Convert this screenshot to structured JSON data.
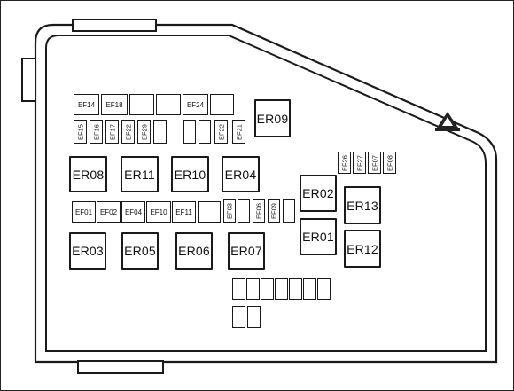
{
  "relays": {
    "er01": "ER01",
    "er02": "ER02",
    "er03": "ER03",
    "er04": "ER04",
    "er05": "ER05",
    "er06": "ER06",
    "er07": "ER07",
    "er08": "ER08",
    "er09": "ER09",
    "er10": "ER10",
    "er11": "ER11",
    "er12": "ER12",
    "er13": "ER13"
  },
  "fuses": {
    "ef14": "EF14",
    "ef18": "EF18",
    "ef24": "EF24",
    "ef15": "EF15",
    "ef16": "EF16",
    "ef17": "EF17",
    "ef22": "EF22",
    "ef29": "EF29",
    "ef22b": "EF22",
    "ef21": "EF21",
    "ef26": "EF26",
    "ef27": "EF27",
    "ef07": "EF07",
    "ef08": "EF08",
    "ef01": "EF01",
    "ef02": "EF02",
    "ef04": "EF04",
    "ef10": "EF10",
    "ef11": "EF11",
    "ef03": "EF03",
    "ef06": "EF06",
    "ef09": "EF09"
  }
}
